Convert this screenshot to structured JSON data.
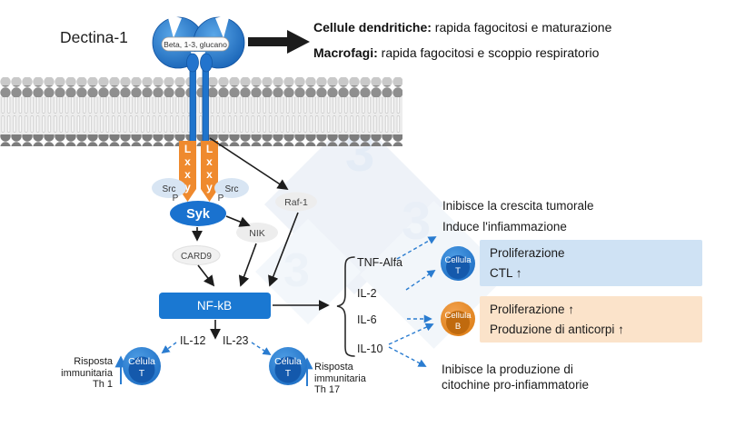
{
  "receptor": {
    "name": "Dectina-1",
    "ligand_label": "Beta, 1-3, glucano",
    "itam_letters": [
      "L",
      "x",
      "x",
      "y"
    ]
  },
  "effects_header": {
    "line1_bold": "Cellule dendritiche:",
    "line1_rest": " rapida fagocitosi e maturazione",
    "line2_bold": "Macrofagi:",
    "line2_rest": " rapida fagocitosi e scoppio respiratorio"
  },
  "nodes": {
    "src": "Src",
    "phospho": "P",
    "syk": "Syk",
    "raf1": "Raf-1",
    "nik": "NIK",
    "card9": "CARD9",
    "nfkb": "NF-kB"
  },
  "cytokines": {
    "tnf": "TNF-Alfa",
    "il2": "IL-2",
    "il6": "IL-6",
    "il10": "IL-10",
    "il12": "IL-12",
    "il23": "IL-23"
  },
  "cells": {
    "t_left": {
      "line1": "Célula",
      "line2": "T"
    },
    "t_right": {
      "line1": "Célula",
      "line2": "T"
    },
    "t_cell": {
      "line1": "Cellula",
      "line2": "T"
    },
    "b_cell": {
      "line1": "Cellula",
      "line2": "B"
    }
  },
  "outcomes": {
    "tumor": "Inibisce la crescita tumorale",
    "inflammation": "Induce l'infiammazione",
    "t_box": {
      "line1": "Proliferazione",
      "line2": "CTL ↑"
    },
    "b_box": {
      "line1": "Proliferazione ↑",
      "line2": "Produzione di anticorpi ↑"
    },
    "inhibit_line1": "Inibisce la produzione di",
    "inhibit_line2": "citochine pro-infiammatorie"
  },
  "responses": {
    "th1": {
      "line1": "Risposta",
      "line2": "immunitaria",
      "line3": "Th 1"
    },
    "th17": {
      "line1": "Risposta",
      "line2": "immunitaria",
      "line3": "Th 17"
    }
  },
  "watermark": {
    "glyph": "3"
  },
  "colors": {
    "primary_blue": "#1a78d2",
    "itam_orange": "#ef8a2e",
    "light_blue_box": "#cfe2f4",
    "light_orange_box": "#fbe3ca",
    "dashed_arrow_blue": "#2a7cd0",
    "cell_blue": "#2e86d8",
    "cell_orange": "#e8851f",
    "membrane_gray": "#8f8f8f"
  }
}
